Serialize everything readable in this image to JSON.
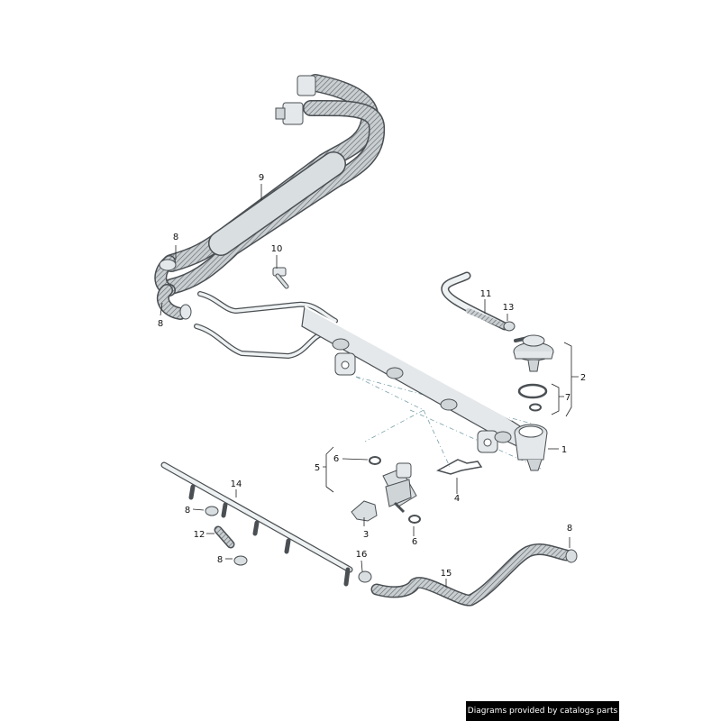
{
  "callouts": [
    {
      "id": "c1",
      "label": "1"
    },
    {
      "id": "c2",
      "label": "2"
    },
    {
      "id": "c3",
      "label": "3"
    },
    {
      "id": "c4",
      "label": "4"
    },
    {
      "id": "c5",
      "label": "5"
    },
    {
      "id": "c6a",
      "label": "6"
    },
    {
      "id": "c6b",
      "label": "6"
    },
    {
      "id": "c7",
      "label": "7"
    },
    {
      "id": "c8a",
      "label": "8"
    },
    {
      "id": "c8b",
      "label": "8"
    },
    {
      "id": "c8c",
      "label": "8"
    },
    {
      "id": "c8d",
      "label": "8"
    },
    {
      "id": "c8e",
      "label": "8"
    },
    {
      "id": "c9",
      "label": "9"
    },
    {
      "id": "c10",
      "label": "10"
    },
    {
      "id": "c11",
      "label": "11"
    },
    {
      "id": "c12",
      "label": "12"
    },
    {
      "id": "c13",
      "label": "13"
    },
    {
      "id": "c14",
      "label": "14"
    },
    {
      "id": "c15",
      "label": "15"
    },
    {
      "id": "c16",
      "label": "16"
    }
  ],
  "footer": {
    "credit": "Diagrams provided by catalogs parts"
  },
  "colors": {
    "part_fill": "#e4e8ea",
    "part_stroke": "#4a4f53",
    "hose": "#8f969b",
    "dash": "#7aa0a8",
    "background": "#ffffff"
  }
}
